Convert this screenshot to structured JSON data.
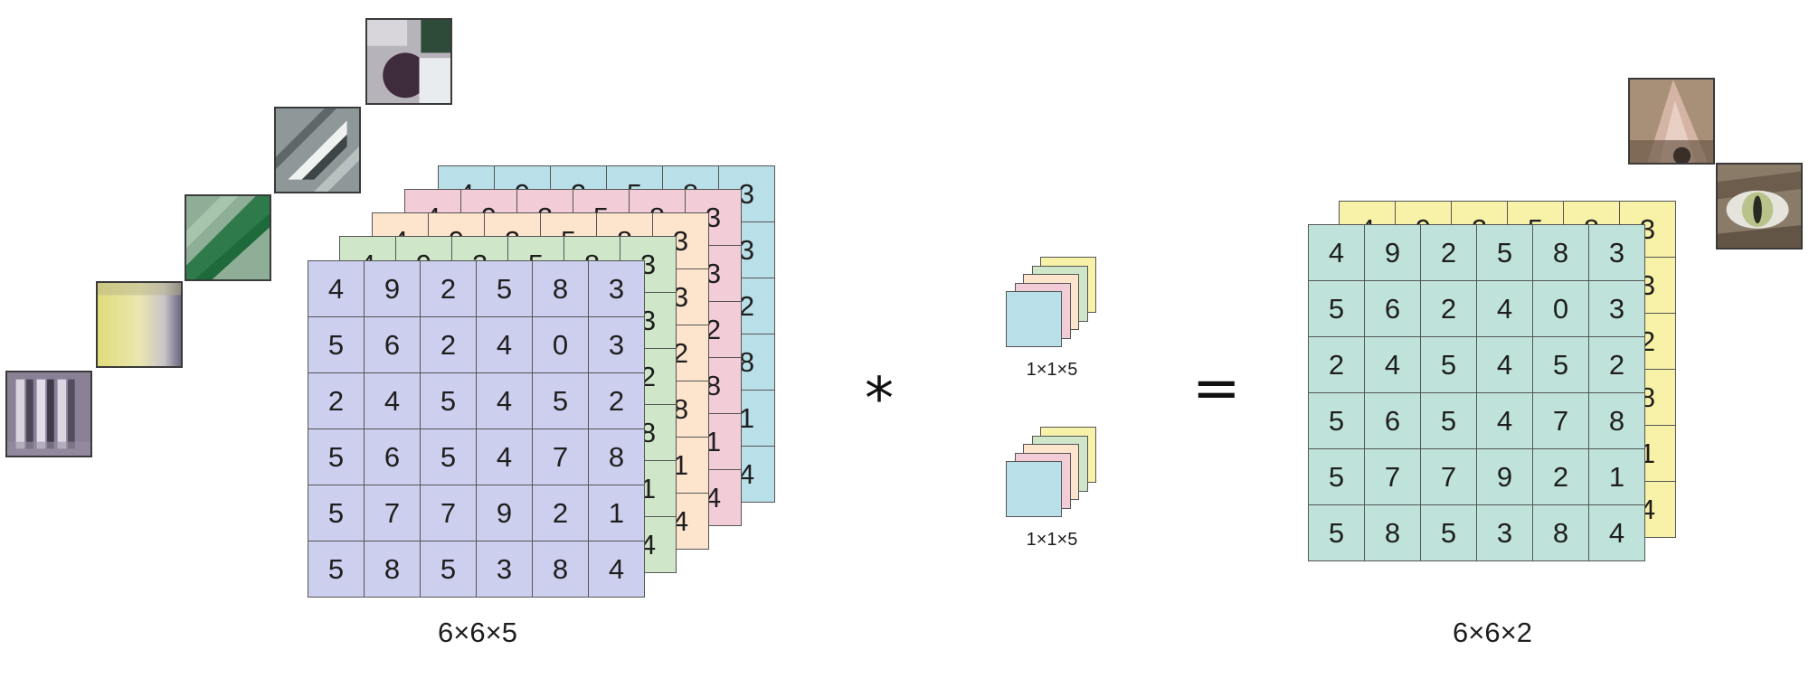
{
  "input_tensor": {
    "label": "6×6×5",
    "grid": [
      [
        "4",
        "9",
        "2",
        "5",
        "8",
        "3"
      ],
      [
        "5",
        "6",
        "2",
        "4",
        "0",
        "3"
      ],
      [
        "2",
        "4",
        "5",
        "4",
        "5",
        "2"
      ],
      [
        "5",
        "6",
        "5",
        "4",
        "7",
        "8"
      ],
      [
        "5",
        "7",
        "7",
        "9",
        "2",
        "1"
      ],
      [
        "5",
        "8",
        "5",
        "3",
        "8",
        "4"
      ]
    ],
    "layer_colors": [
      "#b9dfe9",
      "#f2ccd6",
      "#fde5cd",
      "#cfe6c9",
      "#cdcfee"
    ]
  },
  "operator_convolve": "*",
  "filters": [
    {
      "label": "1×1×5",
      "colors": [
        "#f8f1a8",
        "#cfe6c9",
        "#fde5cd",
        "#f2ccd6",
        "#b9dfe9"
      ]
    },
    {
      "label": "1×1×5",
      "colors": [
        "#f8f1a8",
        "#cfe6c9",
        "#fde5cd",
        "#f2ccd6",
        "#b9dfe9"
      ]
    }
  ],
  "operator_equals": "=",
  "output_tensor": {
    "label": "6×6×2",
    "grid": [
      [
        "4",
        "9",
        "2",
        "5",
        "8",
        "3"
      ],
      [
        "5",
        "6",
        "2",
        "4",
        "0",
        "3"
      ],
      [
        "2",
        "4",
        "5",
        "4",
        "5",
        "2"
      ],
      [
        "5",
        "6",
        "5",
        "4",
        "7",
        "8"
      ],
      [
        "5",
        "7",
        "7",
        "9",
        "2",
        "1"
      ],
      [
        "5",
        "8",
        "5",
        "3",
        "8",
        "4"
      ]
    ],
    "layer_colors": [
      "#f8f1a8",
      "#bfe3da"
    ]
  },
  "feature_patches": [
    {
      "name": "vertical-stripes-patch"
    },
    {
      "name": "yellow-gradient-patch"
    },
    {
      "name": "green-diagonal-patch"
    },
    {
      "name": "gray-diagonal-patch"
    },
    {
      "name": "dark-blob-patch"
    }
  ],
  "output_patches": [
    {
      "name": "cat-ear-patch"
    },
    {
      "name": "cat-eye-patch"
    }
  ]
}
